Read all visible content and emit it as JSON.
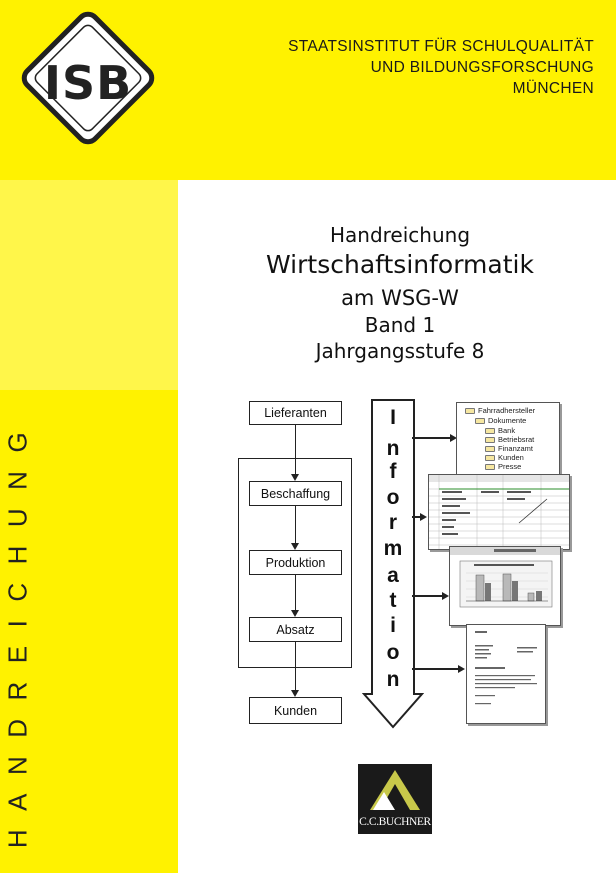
{
  "logo": {
    "text": "ISB"
  },
  "institute": {
    "line1": "STAATSINSTITUT FÜR SCHULQUALITÄT",
    "line2": "UND BILDUNGSFORSCHUNG",
    "line3": "MÜNCHEN"
  },
  "spine_label": "HANDREICHUNG",
  "titles": {
    "handreichung": "Handreichung",
    "subject": "Wirtschaftsinformatik",
    "school": "am WSG-W",
    "volume": "Band 1",
    "grade": "Jahrgangsstufe 8"
  },
  "diagram": {
    "boxes": [
      "Lieferanten",
      "Beschaffung",
      "Produktion",
      "Absatz",
      "Kunden"
    ],
    "information_letters": [
      "I",
      "n",
      "f",
      "o",
      "r",
      "m",
      "a",
      "t",
      "i",
      "o",
      "n"
    ],
    "folder_tree": [
      "Fahrradhersteller",
      "Dokumente",
      "Bank",
      "Betriebsrat",
      "Finanzamt",
      "Kunden",
      "Presse"
    ]
  },
  "publisher": {
    "name": "C.C.BUCHNER"
  },
  "colors": {
    "yellow": "#fff200",
    "dark": "#1a1a1a"
  }
}
